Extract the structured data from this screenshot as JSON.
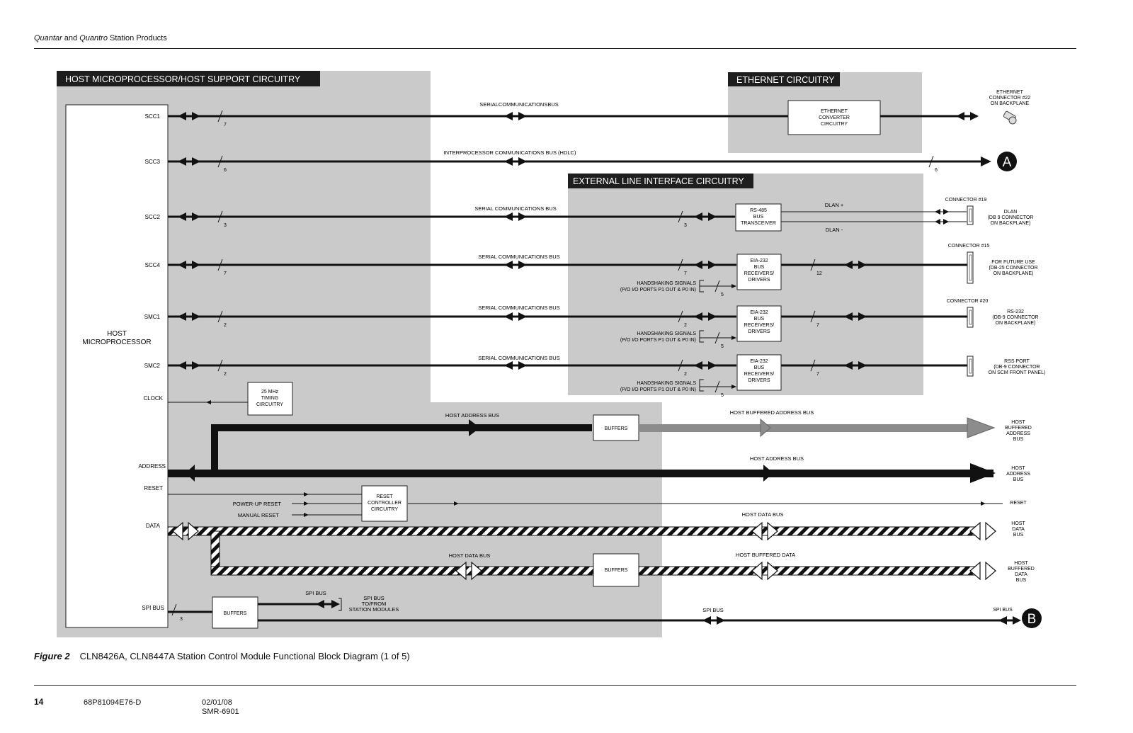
{
  "header": {
    "brand1": "Quantar",
    "and": " and ",
    "brand2": "Quantro",
    "rest": " Station Products"
  },
  "sections": {
    "host": "HOST MICROPROCESSOR/HOST SUPPORT CIRCUITRY",
    "ethernet": "ETHERNET CIRCUITRY",
    "external": "EXTERNAL LINE INTERFACE CIRCUITRY"
  },
  "host": {
    "title_line1": "HOST",
    "title_line2": "MICROPROCESSOR"
  },
  "pins": {
    "scc1": "SCC1",
    "scc3": "SCC3",
    "scc2": "SCC2",
    "scc4": "SCC4",
    "smc1": "SMC1",
    "smc2": "SMC2",
    "clock": "CLOCK",
    "address": "ADDRESS",
    "reset": "RESET",
    "data": "DATA",
    "spi": "SPI BUS"
  },
  "buses": {
    "scc1": "SERIALCOMMUNICATIONSBUS",
    "scc3": "INTERPROCESSOR COMMUNICATIONS BUS (HDLC)",
    "serial": "SERIAL COMMUNICATIONS BUS",
    "host_address": "HOST ADDRESS BUS",
    "host_buffered_address": "HOST BUFFERED ADDRESS BUS",
    "host_data": "HOST DATA BUS",
    "host_buffered_data": "HOST BUFFERED DATA",
    "spi": "SPI BUS"
  },
  "widths": {
    "scc1": "7",
    "scc3_left": "6",
    "scc3_right": "6",
    "scc2": "3",
    "scc2_ext": "3",
    "scc4": "7",
    "scc4_ext": "7",
    "scc4_out": "12",
    "smc1": "2",
    "smc1_ext": "2",
    "smc1_out": "7",
    "smc2": "2",
    "smc2_ext": "2",
    "smc2_out": "7",
    "hs": "5",
    "spi": "3"
  },
  "blocks": {
    "eth_conv": [
      "ETHERNET",
      "CONVERTER",
      "CIRCUITRY"
    ],
    "rs485": [
      "RS-485",
      "BUS",
      "TRANSCEIVER"
    ],
    "eia232": [
      "EIA-232",
      "BUS",
      "RECEIVERS/",
      "DRIVERS"
    ],
    "timing": [
      "25 MHz",
      "TIMING",
      "CIRCUITRY"
    ],
    "buffers": "BUFFERS",
    "reset_ctrl": [
      "RESET",
      "CONTROLLER",
      "CIRCUITRY"
    ]
  },
  "handshaking": [
    "HANDSHAKING SIGNALS",
    "(P/O I/O PORTS P1 OUT & P0 IN)"
  ],
  "dlan_plus": "DLAN +",
  "dlan_minus": "DLAN -",
  "reset_inputs": {
    "power_up": "POWER-UP RESET",
    "manual": "MANUAL RESET"
  },
  "spi_local": {
    "bus": "SPI BUS",
    "dest": [
      "SPI BUS",
      "TO/FROM",
      "STATION MODULES"
    ]
  },
  "outputs": {
    "ethernet": [
      "ETHERNET",
      "CONNECTOR #22",
      "ON BACKPLANE"
    ],
    "a": "A",
    "b": "B",
    "conn19": "CONNECTOR #19",
    "dlan": [
      "DLAN",
      "(DB 9 CONNECTOR",
      "ON BACKPLANE)"
    ],
    "conn15": "CONNECTOR #15",
    "future": [
      "FOR FUTURE USE",
      "(DB-25  CONNECTOR",
      "ON BACKPLANE)"
    ],
    "conn20": "CONNECTOR #20",
    "rs232": [
      "RS-232",
      "(DB-9 CONNECTOR",
      "ON BACKPLANE)"
    ],
    "rss": [
      "RSS PORT",
      "(DB-9  CONNECTOR",
      "ON SCM FRONT PANEL)"
    ],
    "hbab": [
      "HOST",
      "BUFFERED",
      "ADDRESS",
      "BUS"
    ],
    "hab": [
      "HOST",
      "ADDRESS",
      "BUS"
    ],
    "reset": "RESET",
    "hdb": [
      "HOST",
      "DATA",
      "BUS"
    ],
    "hbdb": [
      "HOST",
      "BUFFERED",
      "DATA",
      "BUS"
    ],
    "spi": "SPI BUS"
  },
  "caption": {
    "label": "Figure 2",
    "text": "CLN8426A,  CLN8447A Station Control Module Functional Block Diagram (1 of 5)"
  },
  "footer": {
    "page": "14",
    "doc": "68P81094E76-D",
    "date": "02/01/08",
    "smr": "SMR-6901"
  },
  "colors": {
    "panel": "#cacaca",
    "label_bg": "#1e1e1e",
    "bus": "#111111",
    "buffered_bus": "#8c8c8c"
  }
}
